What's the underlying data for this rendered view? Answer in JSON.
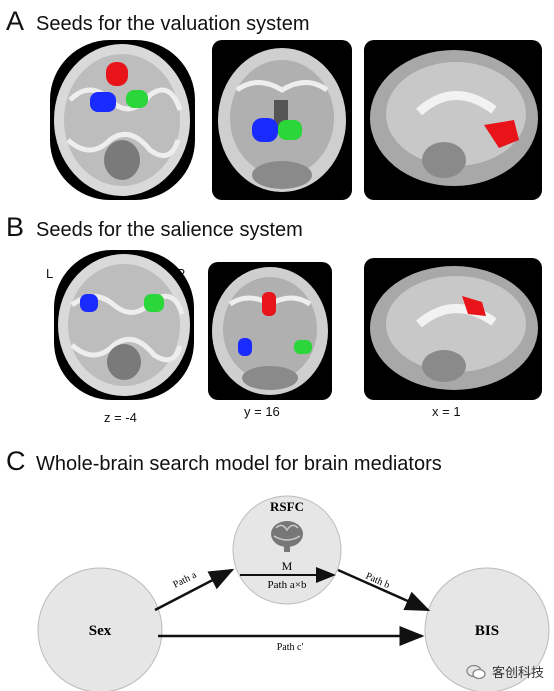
{
  "panels": [
    {
      "letter": "A",
      "title": "Seeds for the valuation system"
    },
    {
      "letter": "B",
      "title": "Seeds for the salience system"
    },
    {
      "letter": "C",
      "title": "Whole-brain search model for brain mediators"
    }
  ],
  "slice_labels": {
    "axial": "z = -4",
    "coronal": "y = 16",
    "sagittal": "x = 1"
  },
  "side_labels": {
    "left": "L",
    "right": "R"
  },
  "model": {
    "mediator_title": "RSFC",
    "mediator_symbol": "M",
    "predictor": "Sex",
    "outcome": "BIS",
    "path_a": "Path a",
    "path_b": "Path b",
    "path_ab": "Path a×b",
    "path_c": "Path c'"
  },
  "seed_colors": {
    "red": "#e8141a",
    "blue": "#1a2bff",
    "green": "#2bd63a"
  },
  "watermark": {
    "text": "客创科技",
    "icon": "wechat-icon"
  }
}
